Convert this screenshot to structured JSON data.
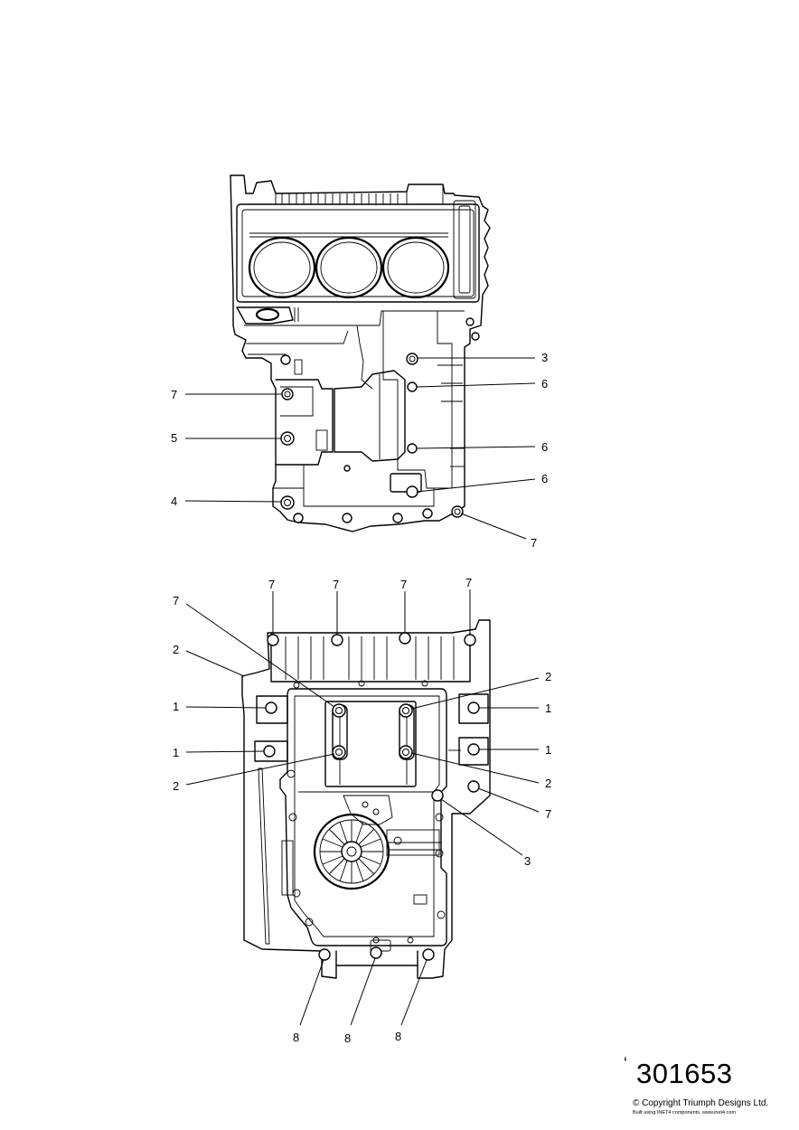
{
  "callouts_top": [
    {
      "id": "t1",
      "number": "3"
    },
    {
      "id": "t2",
      "number": "6"
    },
    {
      "id": "t3",
      "number": "6"
    },
    {
      "id": "t4",
      "number": "6"
    },
    {
      "id": "t5",
      "number": "7"
    },
    {
      "id": "t6",
      "number": "7"
    },
    {
      "id": "t7",
      "number": "5"
    },
    {
      "id": "t8",
      "number": "4"
    }
  ],
  "callouts_bottom": [
    {
      "id": "b1",
      "number": "7"
    },
    {
      "id": "b2",
      "number": "7"
    },
    {
      "id": "b3",
      "number": "7"
    },
    {
      "id": "b4",
      "number": "7"
    },
    {
      "id": "b5",
      "number": "7"
    },
    {
      "id": "b6",
      "number": "2"
    },
    {
      "id": "b7",
      "number": "1"
    },
    {
      "id": "b8",
      "number": "1"
    },
    {
      "id": "b9",
      "number": "2"
    },
    {
      "id": "b10",
      "number": "2"
    },
    {
      "id": "b11",
      "number": "1"
    },
    {
      "id": "b12",
      "number": "1"
    },
    {
      "id": "b13",
      "number": "2"
    },
    {
      "id": "b14",
      "number": "7"
    },
    {
      "id": "b15",
      "number": "3"
    },
    {
      "id": "b16",
      "number": "8"
    },
    {
      "id": "b17",
      "number": "8"
    },
    {
      "id": "b18",
      "number": "8"
    }
  ],
  "reference": {
    "mark": "‘",
    "number": "301653",
    "copyright": "© Copyright Triumph Designs Ltd.",
    "built_using": "Built using INET4 components. www.inet4.com"
  }
}
